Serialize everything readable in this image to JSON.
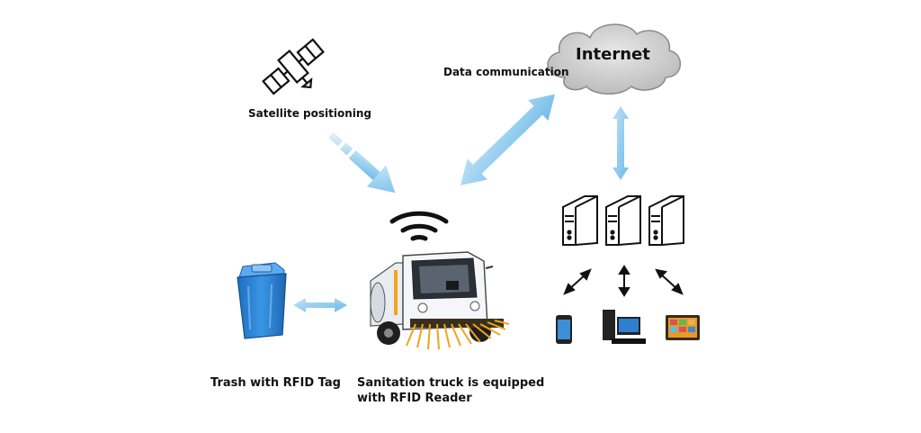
{
  "labels": {
    "satellite": "Satellite positioning",
    "data_communication": "Data communication",
    "internet": "Internet",
    "trash": "Trash with RFID Tag",
    "truck_line1": "Sanitation truck is equipped",
    "truck_line2": "with RFID Reader"
  },
  "colors": {
    "arrow_blue": "#8ec9ec",
    "bin_blue": "#2f86d8",
    "cloud_gray": "#c9c9c9",
    "truck_yellow": "#f0a41c"
  },
  "icons": [
    "satellite-icon",
    "cloud-icon",
    "wifi-signal-icon",
    "trash-bin-icon",
    "sanitation-truck-icon",
    "server-icon",
    "phone-icon",
    "computer-icon",
    "tablet-icon"
  ]
}
